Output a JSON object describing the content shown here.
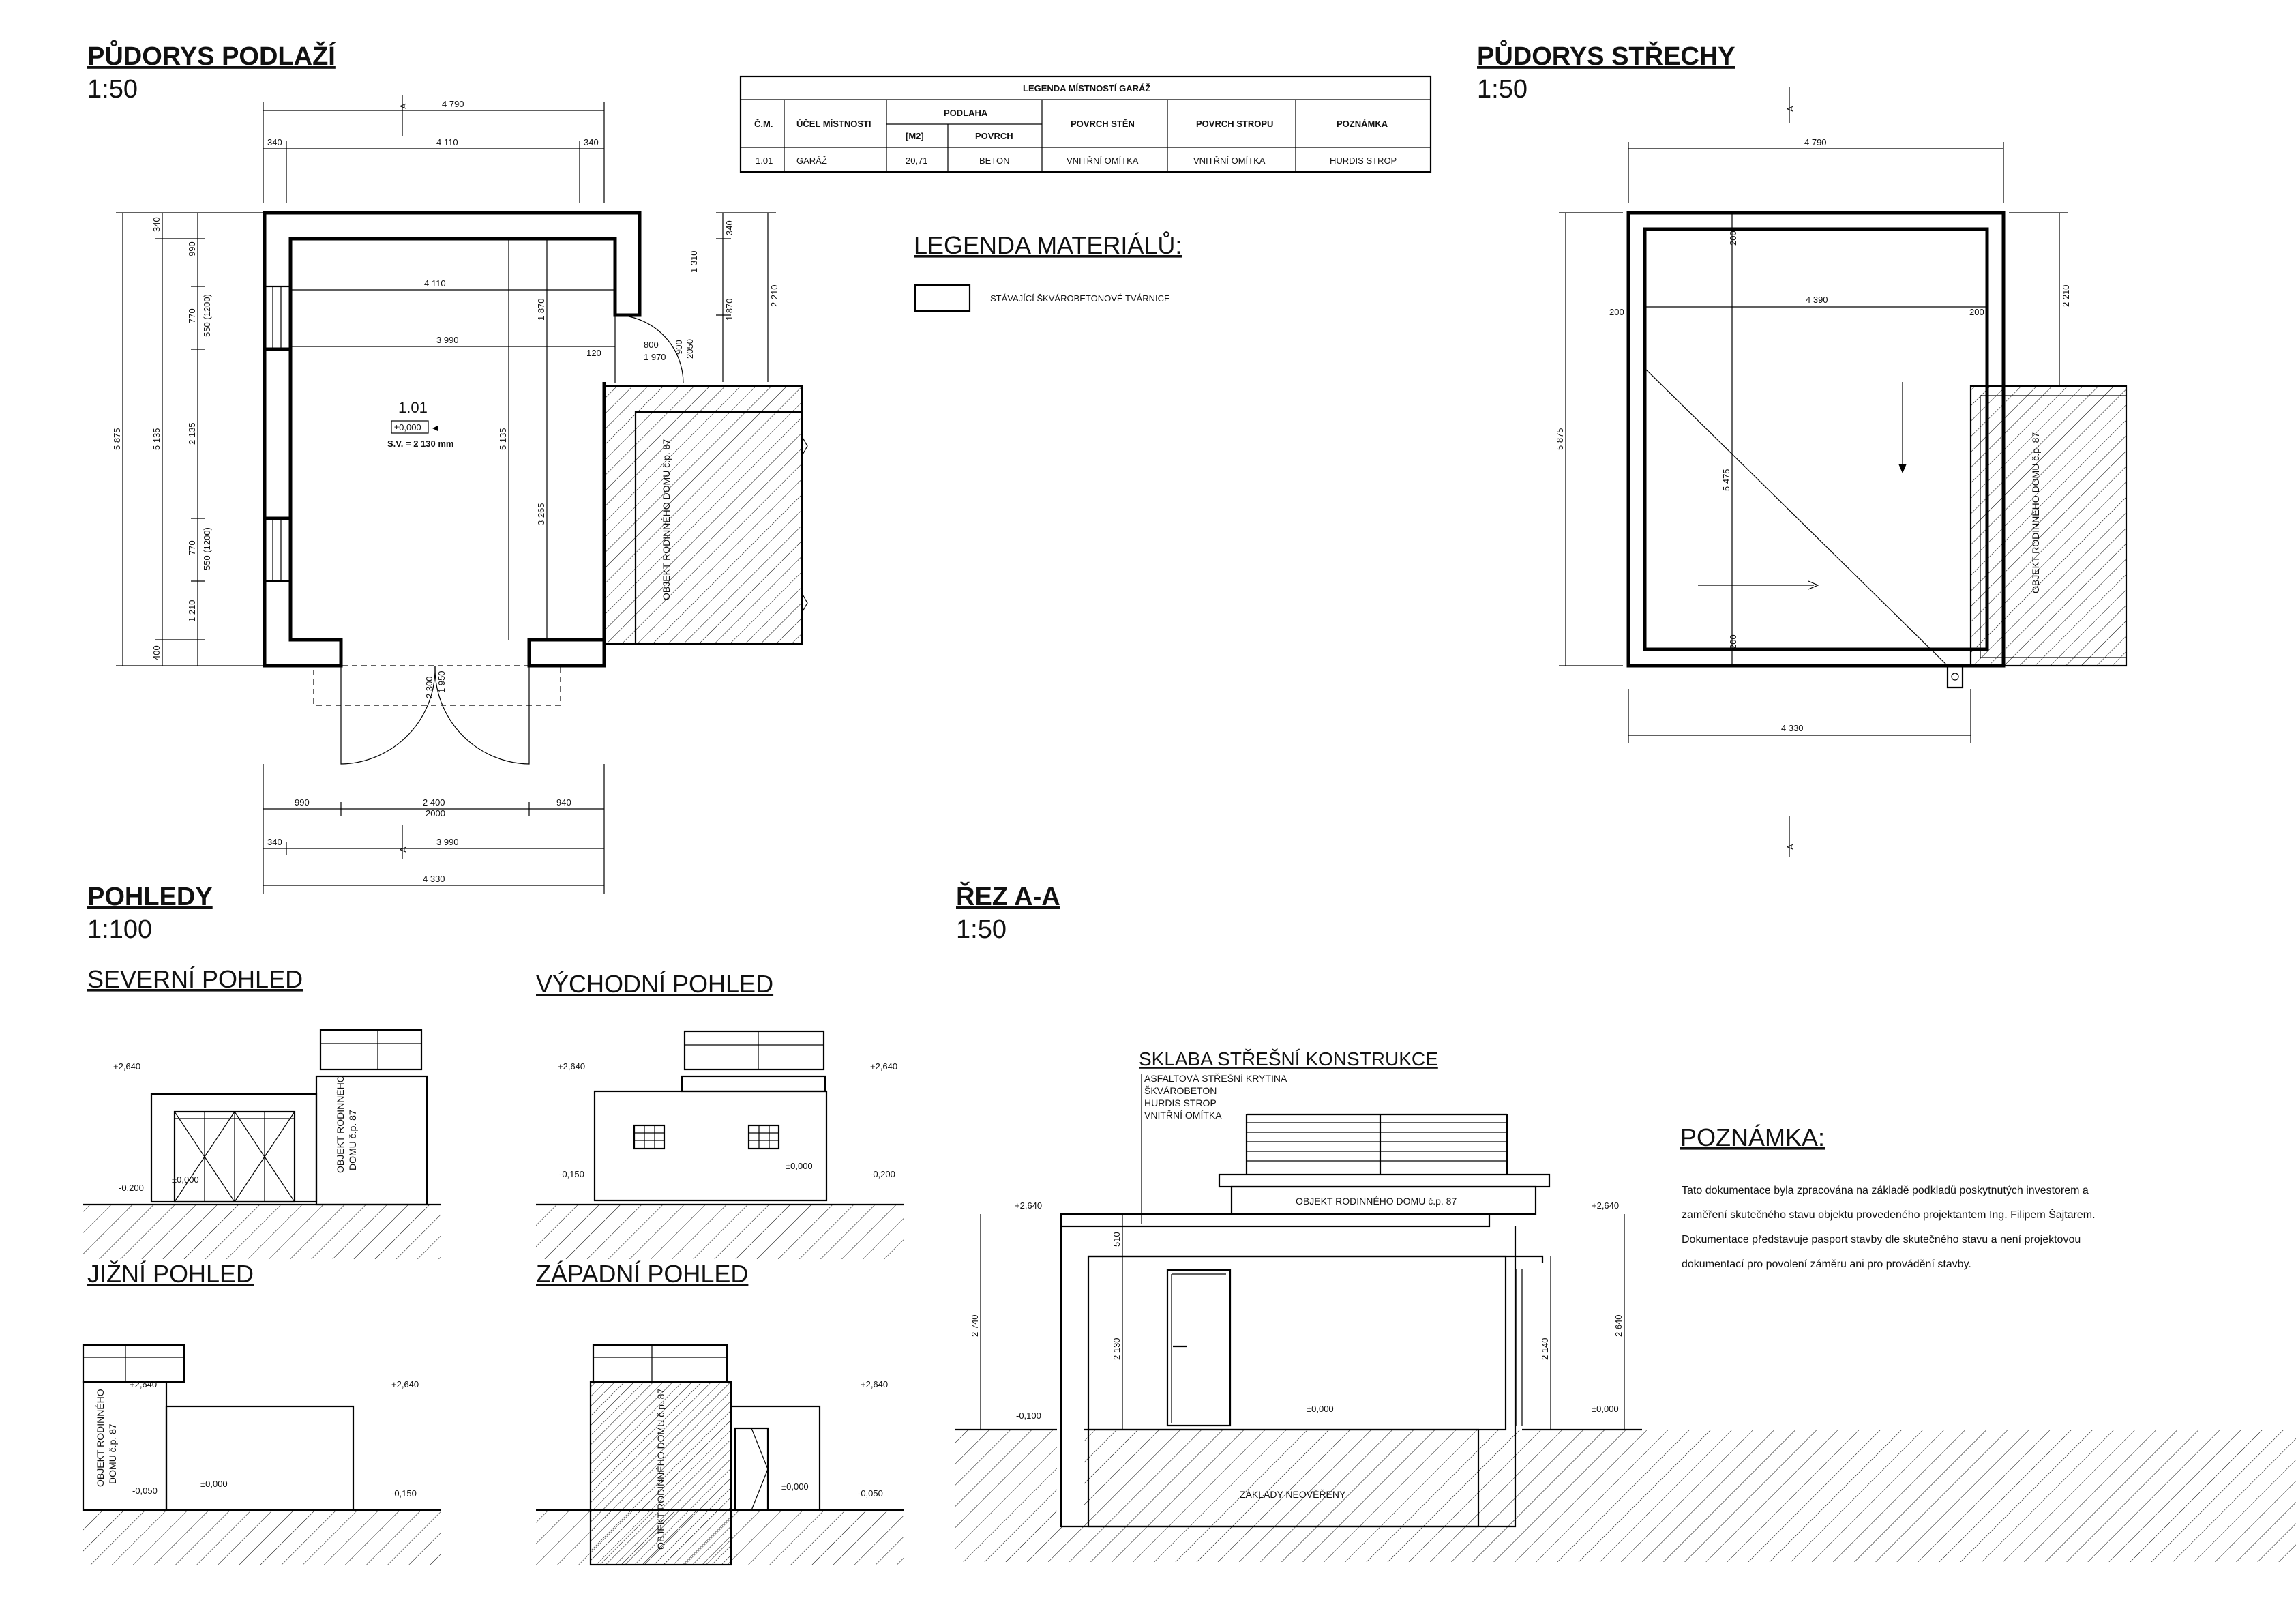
{
  "colors": {
    "line": "#000000",
    "paper": "#ffffff",
    "text": "#111111"
  },
  "floor_plan": {
    "title": "PŮDORYS PODLAŽÍ",
    "scale": "1:50",
    "section_mark": "A",
    "room_number": "1.01",
    "room_level": "±0,000",
    "room_height": "S.V. = 2 130 mm",
    "neighbor_label": "OBJEKT RODINNÉHO DOMU č.p. 87",
    "dims": {
      "top_overall": "4 790",
      "top_left": "340",
      "top_mid": "4 110",
      "top_right": "340",
      "inner_width": "4 110",
      "inner_width_2": "3 990",
      "door_w": "800",
      "door_w2": "1 970",
      "door_gap": "120",
      "door_h": "900",
      "door_h2": "2050",
      "right_a": "340",
      "right_b": "1 310",
      "right_c": "1 870",
      "right_d": "2 210",
      "inner_h_a": "1 870",
      "inner_h_b": "5 135",
      "inner_h_c": "3 265",
      "left_overall": "5 875",
      "left_mid": "5 135",
      "left_a": "340",
      "left_b": "990",
      "left_c": "770",
      "left_c2": "550 (1200)",
      "left_d": "2 135",
      "left_e": "770",
      "left_e2": "550 (1200)",
      "left_f": "1 210",
      "left_g": "400",
      "gate_a": "2 300",
      "gate_b": "1 950",
      "bottom_a": "990",
      "bottom_b": "2 400",
      "bottom_b2": "2000",
      "bottom_c": "940",
      "bottom_d": "340",
      "bottom_e": "3 990",
      "bottom_overall": "4 330"
    }
  },
  "room_table": {
    "title": "LEGENDA MÍSTNOSTÍ GARÁŽ",
    "headers": {
      "num": "Č.M.",
      "use": "ÚČEL MÍSTNOSTI",
      "floor": "PODLAHA",
      "area": "[M2]",
      "surface": "POVRCH",
      "walls": "POVRCH STĚN",
      "ceiling": "POVRCH STROPU",
      "note": "POZNÁMKA"
    },
    "row": {
      "num": "1.01",
      "use": "GARÁŽ",
      "area": "20,71",
      "surface": "BETON",
      "walls": "VNITŘNÍ OMÍTKA",
      "ceiling": "VNITŘNÍ OMÍTKA",
      "note": "HURDIS STROP"
    }
  },
  "materials": {
    "title": "LEGENDA MATERIÁLŮ:",
    "item": "STÁVAJÍCÍ ŠKVÁROBETONOVÉ TVÁRNICE"
  },
  "roof_plan": {
    "title": "PŮDORYS STŘECHY",
    "scale": "1:50",
    "section_mark": "A",
    "neighbor_label": "OBJEKT RODINNÉHO DOMU č.p. 87",
    "dims": {
      "top": "4 790",
      "inner": "4 390",
      "left_edge": "200",
      "right_edge": "200",
      "top_edge": "200",
      "bottom_edge": "200",
      "diag": "5 475",
      "overall_h": "5 875",
      "right_h": "2 210",
      "bottom": "4 330"
    }
  },
  "views": {
    "title": "POHLEDY",
    "scale": "1:100",
    "north": {
      "title": "SEVERNÍ POHLED",
      "lvl_top": "+2,640",
      "lvl_ground": "-0,200",
      "lvl_zero": "±0,000",
      "neighbor": [
        "OBJEKT RODINNÉHO",
        "DOMU č.p. 87"
      ]
    },
    "east": {
      "title": "VÝCHODNÍ POHLED",
      "lvl_top_l": "+2,640",
      "lvl_top_r": "+2,640",
      "lvl_ground_l": "-0,150",
      "lvl_zero": "±0,000",
      "lvl_ground_r": "-0,200"
    },
    "south": {
      "title": "JIŽNÍ POHLED",
      "lvl_top_l": "+2,640",
      "lvl_top_r": "+2,640",
      "lvl_ground_l": "-0,050",
      "lvl_zero": "±0,000",
      "lvl_ground_r": "-0,150",
      "neighbor": [
        "OBJEKT RODINNÉHO",
        "DOMU č.p. 87"
      ]
    },
    "west": {
      "title": "ZÁPADNÍ POHLED",
      "lvl_top": "+2,640",
      "lvl_zero": "±0,000",
      "lvl_ground": "-0,050",
      "neighbor": "OBJEKT RODINNÉHO DOMU č.p. 87"
    }
  },
  "section": {
    "title": "ŘEZ A-A",
    "scale": "1:50",
    "roof_label": "SKLABA STŘEŠNÍ KONSTRUKCE",
    "roof_layers": [
      "ASFALTOVÁ STŘEŠNÍ KRYTINA",
      "ŠKVÁROBETON",
      "HURDIS STROP",
      "VNITŘNÍ OMÍTKA"
    ],
    "neighbor": "OBJEKT RODINNÉHO DOMU č.p. 87",
    "foundation": "ZÁKLADY NEOVĚŘENY",
    "lvl_top_l": "+2,640",
    "lvl_top_r": "+2,640",
    "lvl_ground_l": "-0,100",
    "lvl_zero_mid": "±0,000",
    "lvl_zero_r": "±0,000",
    "dims": {
      "total_l": "2 740",
      "slab": "510",
      "inner": "2 130",
      "inner_r": "2 140",
      "total_r": "2 640"
    }
  },
  "note": {
    "title": "POZNÁMKA:",
    "lines": [
      "Tato dokumentace byla zpracována na základě podkladů poskytnutých investorem a",
      "zaměření skutečného stavu objektu provedeného projektantem Ing. Filipem Šajtarem.",
      "Dokumentace představuje pasport stavby dle skutečného stavu a není projektovou",
      "dokumentací pro povolení záměru ani pro provádění stavby."
    ]
  }
}
